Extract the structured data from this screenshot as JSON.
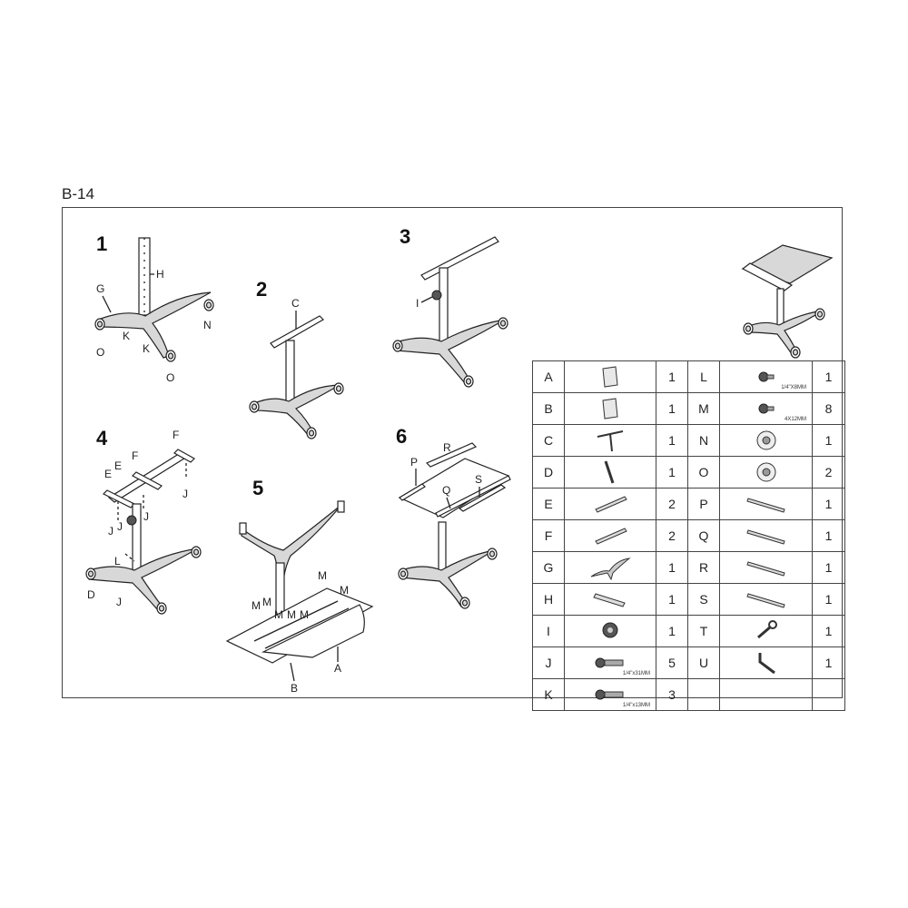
{
  "document": {
    "label": "B-14"
  },
  "steps": [
    {
      "number": "1",
      "labels": [
        "H",
        "G",
        "N",
        "K",
        "K",
        "O",
        "O"
      ]
    },
    {
      "number": "2",
      "labels": [
        "C"
      ]
    },
    {
      "number": "3",
      "labels": [
        "I"
      ]
    },
    {
      "number": "4",
      "labels": [
        "F",
        "E",
        "F",
        "E",
        "J",
        "J",
        "J",
        "J",
        "L",
        "D",
        "J"
      ]
    },
    {
      "number": "5",
      "labels": [
        "M",
        "M",
        "M",
        "M",
        "M",
        "M",
        "M",
        "A",
        "B"
      ]
    },
    {
      "number": "6",
      "labels": [
        "P",
        "R",
        "S",
        "Q"
      ]
    }
  ],
  "parts_table": {
    "rows": [
      {
        "left": {
          "letter": "A",
          "icon": "panel-icon",
          "spec": "",
          "qty": "1"
        },
        "right": {
          "letter": "L",
          "icon": "screw-icon",
          "spec": "1/4\"X8MM",
          "qty": "1"
        }
      },
      {
        "left": {
          "letter": "B",
          "icon": "panel-icon",
          "spec": "",
          "qty": "1"
        },
        "right": {
          "letter": "M",
          "icon": "screw-icon",
          "spec": "4X12MM",
          "qty": "8"
        }
      },
      {
        "left": {
          "letter": "C",
          "icon": "t-bar-icon",
          "spec": "",
          "qty": "1"
        },
        "right": {
          "letter": "N",
          "icon": "caster-icon",
          "spec": "",
          "qty": "1"
        }
      },
      {
        "left": {
          "letter": "D",
          "icon": "rod-icon",
          "spec": "",
          "qty": "1"
        },
        "right": {
          "letter": "O",
          "icon": "caster-icon",
          "spec": "",
          "qty": "2"
        }
      },
      {
        "left": {
          "letter": "E",
          "icon": "bracket-icon",
          "spec": "",
          "qty": "2"
        },
        "right": {
          "letter": "P",
          "icon": "rail-icon",
          "spec": "",
          "qty": "1"
        }
      },
      {
        "left": {
          "letter": "F",
          "icon": "bracket-icon",
          "spec": "",
          "qty": "2"
        },
        "right": {
          "letter": "Q",
          "icon": "rail-icon",
          "spec": "",
          "qty": "1"
        }
      },
      {
        "left": {
          "letter": "G",
          "icon": "base-icon",
          "spec": "",
          "qty": "1"
        },
        "right": {
          "letter": "R",
          "icon": "rail-icon",
          "spec": "",
          "qty": "1"
        }
      },
      {
        "left": {
          "letter": "H",
          "icon": "column-icon",
          "spec": "",
          "qty": "1"
        },
        "right": {
          "letter": "S",
          "icon": "rail-icon",
          "spec": "",
          "qty": "1"
        }
      },
      {
        "left": {
          "letter": "I",
          "icon": "knob-icon",
          "spec": "",
          "qty": "1"
        },
        "right": {
          "letter": "T",
          "icon": "wrench-icon",
          "spec": "",
          "qty": "1"
        }
      },
      {
        "left": {
          "letter": "J",
          "icon": "bolt-icon",
          "spec": "1/4\"x31MM",
          "qty": "5"
        },
        "right": {
          "letter": "U",
          "icon": "hex-key-icon",
          "spec": "",
          "qty": "1"
        }
      },
      {
        "left": {
          "letter": "K",
          "icon": "bolt-icon",
          "spec": "1/4\"x13MM",
          "qty": "3"
        },
        "right": {
          "letter": "",
          "icon": "",
          "spec": "",
          "qty": ""
        }
      }
    ]
  }
}
